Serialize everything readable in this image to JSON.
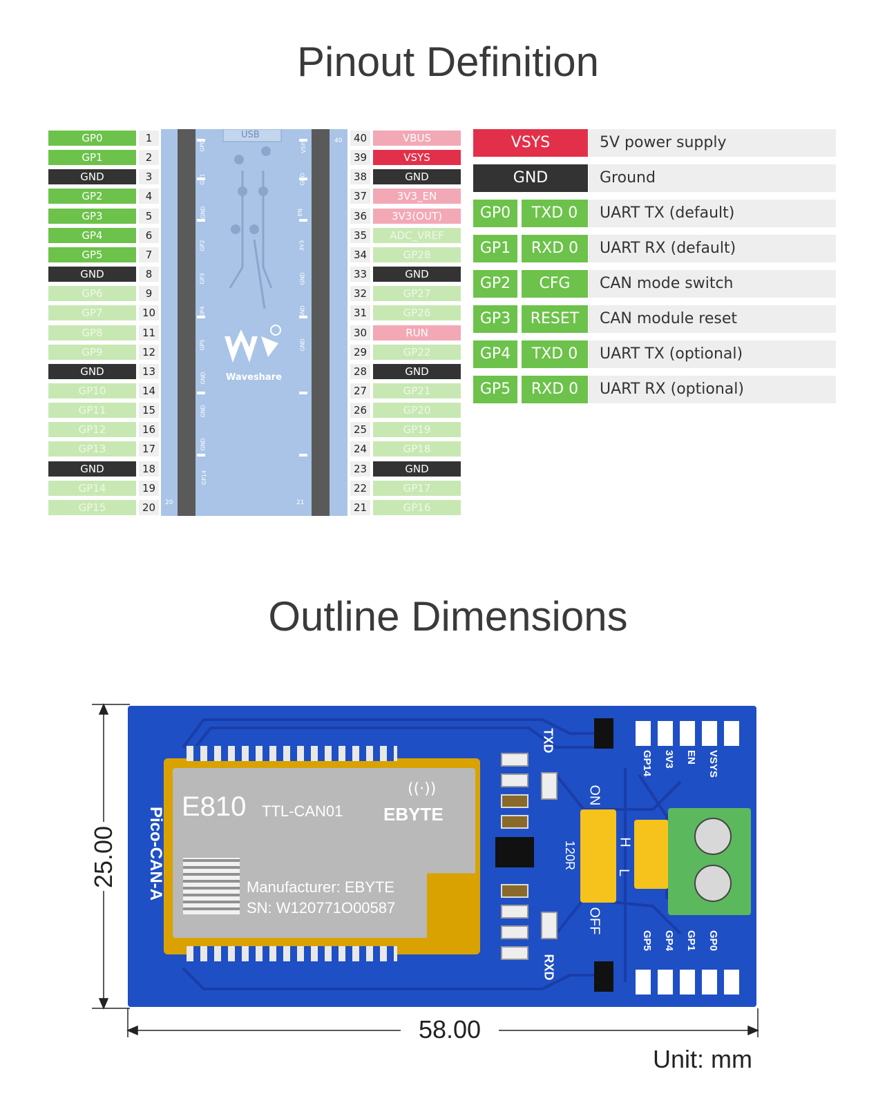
{
  "titles": {
    "pinout": "Pinout Definition",
    "outline": "Outline Dimensions"
  },
  "pico_board": {
    "usb_label": "USB",
    "brand": "Waveshare",
    "pin_silk_left": [
      "GP0",
      "GP1",
      "GND",
      "GP2",
      "GP3",
      "GP4",
      "GP5",
      "GND",
      "GND",
      "GND",
      "GP14"
    ],
    "pin_silk_right": [
      "VSYS",
      "GND",
      "EN",
      "3V3",
      "GND",
      "GND",
      "GND"
    ],
    "corner_nums": [
      "40",
      "20",
      "21"
    ]
  },
  "left_pins": [
    {
      "num": "1",
      "label": "GP0",
      "color": "green"
    },
    {
      "num": "2",
      "label": "GP1",
      "color": "green"
    },
    {
      "num": "3",
      "label": "GND",
      "color": "black"
    },
    {
      "num": "4",
      "label": "GP2",
      "color": "green"
    },
    {
      "num": "5",
      "label": "GP3",
      "color": "green"
    },
    {
      "num": "6",
      "label": "GP4",
      "color": "green"
    },
    {
      "num": "7",
      "label": "GP5",
      "color": "green"
    },
    {
      "num": "8",
      "label": "GND",
      "color": "black"
    },
    {
      "num": "9",
      "label": "GP6",
      "color": "lgreen"
    },
    {
      "num": "10",
      "label": "GP7",
      "color": "lgreen"
    },
    {
      "num": "11",
      "label": "GP8",
      "color": "lgreen"
    },
    {
      "num": "12",
      "label": "GP9",
      "color": "lgreen"
    },
    {
      "num": "13",
      "label": "GND",
      "color": "black"
    },
    {
      "num": "14",
      "label": "GP10",
      "color": "lgreen"
    },
    {
      "num": "15",
      "label": "GP11",
      "color": "lgreen"
    },
    {
      "num": "16",
      "label": "GP12",
      "color": "lgreen"
    },
    {
      "num": "17",
      "label": "GP13",
      "color": "lgreen"
    },
    {
      "num": "18",
      "label": "GND",
      "color": "black"
    },
    {
      "num": "19",
      "label": "GP14",
      "color": "lgreen"
    },
    {
      "num": "20",
      "label": "GP15",
      "color": "lgreen"
    }
  ],
  "right_pins": [
    {
      "num": "40",
      "label": "VBUS",
      "color": "pink"
    },
    {
      "num": "39",
      "label": "VSYS",
      "color": "red"
    },
    {
      "num": "38",
      "label": "GND",
      "color": "black"
    },
    {
      "num": "37",
      "label": "3V3_EN",
      "color": "pink"
    },
    {
      "num": "36",
      "label": "3V3(OUT)",
      "color": "pink"
    },
    {
      "num": "35",
      "label": "ADC_VREF",
      "color": "lgreen"
    },
    {
      "num": "34",
      "label": "GP28",
      "color": "lgreen"
    },
    {
      "num": "33",
      "label": "GND",
      "color": "black"
    },
    {
      "num": "32",
      "label": "GP27",
      "color": "lgreen"
    },
    {
      "num": "31",
      "label": "GP26",
      "color": "lgreen"
    },
    {
      "num": "30",
      "label": "RUN",
      "color": "pink"
    },
    {
      "num": "29",
      "label": "GP22",
      "color": "lgreen"
    },
    {
      "num": "28",
      "label": "GND",
      "color": "black"
    },
    {
      "num": "27",
      "label": "GP21",
      "color": "lgreen"
    },
    {
      "num": "26",
      "label": "GP20",
      "color": "lgreen"
    },
    {
      "num": "25",
      "label": "GP19",
      "color": "lgreen"
    },
    {
      "num": "24",
      "label": "GP18",
      "color": "lgreen"
    },
    {
      "num": "23",
      "label": "GND",
      "color": "black"
    },
    {
      "num": "22",
      "label": "GP17",
      "color": "lgreen"
    },
    {
      "num": "21",
      "label": "GP16",
      "color": "lgreen"
    }
  ],
  "legend": [
    {
      "pin": "VSYS",
      "func": "",
      "desc": "5V power supply",
      "color": "red"
    },
    {
      "pin": "GND",
      "func": "",
      "desc": "Ground",
      "color": "black"
    },
    {
      "pin": "GP0",
      "func": "TXD 0",
      "desc": "UART TX (default)",
      "color": "green"
    },
    {
      "pin": "GP1",
      "func": "RXD 0",
      "desc": "UART RX (default)",
      "color": "green"
    },
    {
      "pin": "GP2",
      "func": "CFG",
      "desc": "CAN mode switch",
      "color": "green"
    },
    {
      "pin": "GP3",
      "func": "RESET",
      "desc": "CAN module reset",
      "color": "green"
    },
    {
      "pin": "GP4",
      "func": "TXD 0",
      "desc": "UART TX (optional)",
      "color": "green"
    },
    {
      "pin": "GP5",
      "func": "RXD 0",
      "desc": "UART RX (optional)",
      "color": "green"
    }
  ],
  "colors": {
    "green": "#6cc24a",
    "lgreen": "#c8e8b3",
    "black": "#333333",
    "pink": "#f3a8b6",
    "red": "#e3304a",
    "pcb_blue": "#1f4fc4",
    "module_silver": "#b9b9b9",
    "terminal_green": "#5cb85c",
    "jumper_yellow": "#f6c21c"
  },
  "can_board": {
    "board_name": "Pico-CAN-A",
    "module_model": "E810",
    "module_sub": "TTL-CAN01",
    "module_brand": "EBYTE",
    "manufacturer": "Manufacturer: EBYTE",
    "serial": "SN: W120771O00587",
    "txd": "TXD",
    "rxd": "RXD",
    "on": "ON",
    "off": "OFF",
    "r120": "120R",
    "h": "H",
    "l": "L",
    "top_pins": [
      "GP14",
      "3V3",
      "EN",
      "VSYS"
    ],
    "bottom_pins": [
      "GP5",
      "GP4",
      "GP1",
      "GP0"
    ]
  },
  "dimensions": {
    "width": "58.00",
    "height": "25.00",
    "unit": "Unit: mm"
  }
}
